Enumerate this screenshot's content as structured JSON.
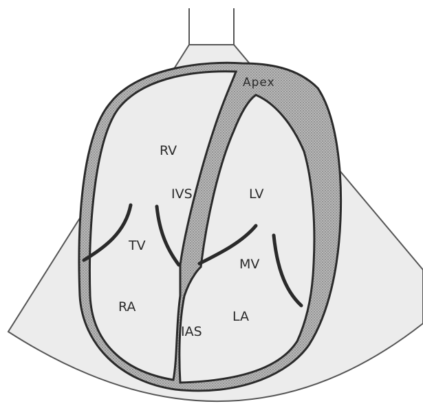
{
  "diagram": {
    "labels": {
      "apex": "Apex",
      "rv": "RV",
      "ivs": "IVS",
      "lv": "LV",
      "tv": "TV",
      "mv": "MV",
      "ra": "RA",
      "ias": "IAS",
      "la": "LA"
    },
    "colors": {
      "sector_fill": "#ececec",
      "wall_fill": "#9a9a9a",
      "outline": "#2a2a2a",
      "background": "#ffffff"
    }
  }
}
